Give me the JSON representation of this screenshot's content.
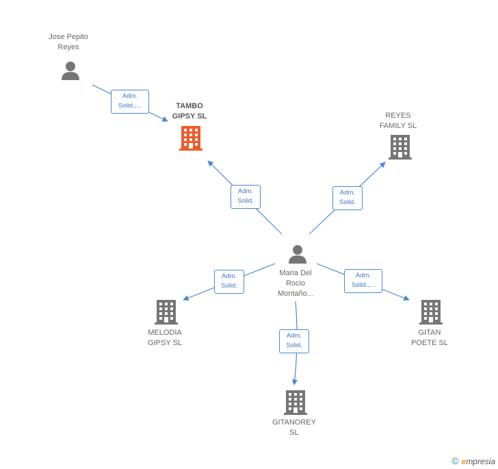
{
  "colors": {
    "edge": "#4a86d4",
    "person_icon": "#767676",
    "building_icon": "#767676",
    "main_building_icon": "#f05a2a"
  },
  "nodes": {
    "jose": {
      "label": "Jose Pepito\nReyes",
      "icon": "person-icon"
    },
    "tambo": {
      "label": "TAMBO\nGIPSY  SL",
      "icon": "building-icon"
    },
    "reyes_family": {
      "label": "REYES\nFAMILY  SL",
      "icon": "building-icon"
    },
    "maria": {
      "label": "Maria Del\nRocio\nMontaño...",
      "icon": "person-icon"
    },
    "melodia": {
      "label": "MELODIA\nGIPSY  SL",
      "icon": "building-icon"
    },
    "gitan": {
      "label": "GITAN\nPOETE  SL",
      "icon": "building-icon"
    },
    "gitanorey": {
      "label": "GITANOREY\nSL",
      "icon": "building-icon"
    }
  },
  "edges": {
    "jose_tambo": "Adm.\nSolid.,...",
    "maria_tambo": "Adm.\nSolid.",
    "maria_reyes": "Adm.\nSolid.",
    "maria_melodia": "Adm.\nSolid.",
    "maria_gitan": "Adm.\nSolid.,...",
    "maria_gitanorey": "Adm.\nSolid."
  },
  "footer": {
    "copyright": "©",
    "brand_initial": "e",
    "brand_rest": "mpresia"
  }
}
